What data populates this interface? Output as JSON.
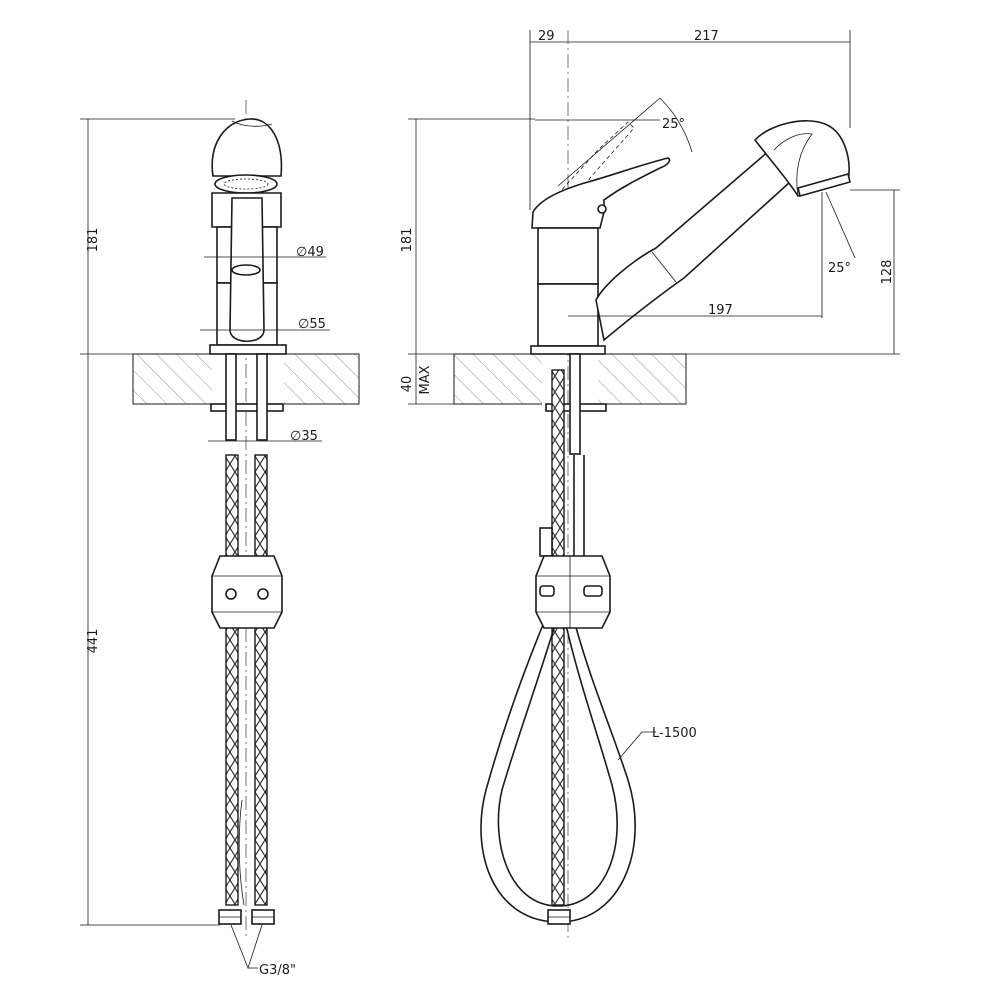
{
  "dimensions": {
    "left_height_body": "181",
    "left_height_total": "441",
    "dia_49": "∅49",
    "dia_55": "∅55",
    "dia_35": "∅35",
    "thread": "G3/8\"",
    "right_height_body": "181",
    "deck_thickness": "40",
    "deck_max": "MAX",
    "offset_29": "29",
    "reach_217": "217",
    "angle_lever": "25°",
    "angle_spray": "25°",
    "spout_height": "128",
    "spout_reach": "197",
    "hose_length": "L-1500"
  },
  "colors": {
    "line": "#1a1a1a",
    "background": "#ffffff"
  }
}
